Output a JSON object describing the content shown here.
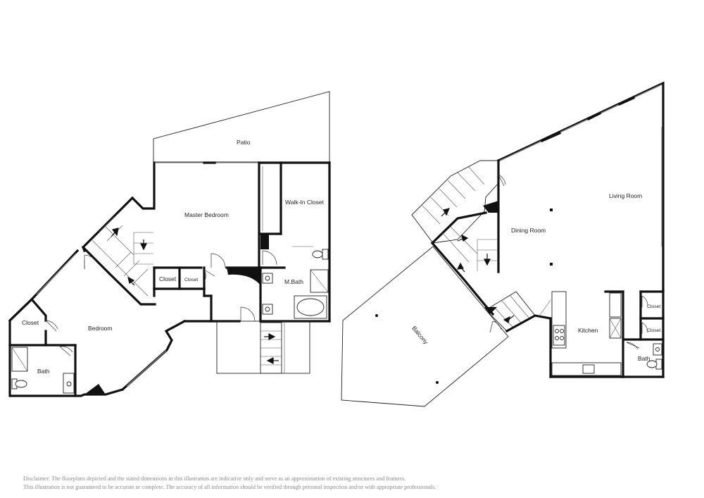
{
  "rooms": {
    "patio": "Patio",
    "master_bedroom": "Master Bedroom",
    "walk_in_closet": "Walk-In Closet",
    "closet_left": "Closet",
    "closet_small": "Closet",
    "m_bath": "M.Bath",
    "closet_bedroom": "Closet",
    "bedroom": "Bedroom",
    "bath_left": "Bath",
    "balcony": "Balcony",
    "dining_room": "Dining Room",
    "living_room": "Living Room",
    "kitchen": "Kitchen",
    "closet_right_1": "Closet",
    "closet_right_2": "Closet",
    "bath_right": "Bath"
  },
  "disclaimer": {
    "line1": "Disclaimer: The floorplans depicted and the stated dimensions in this illustration are indicative only and serve as an approximation of existing structures and features.",
    "line2": "This illustration is not guaranteed to be accurate or complete. The accuracy of all information should be verified through personal inspection and/or with appropriate professionals."
  }
}
